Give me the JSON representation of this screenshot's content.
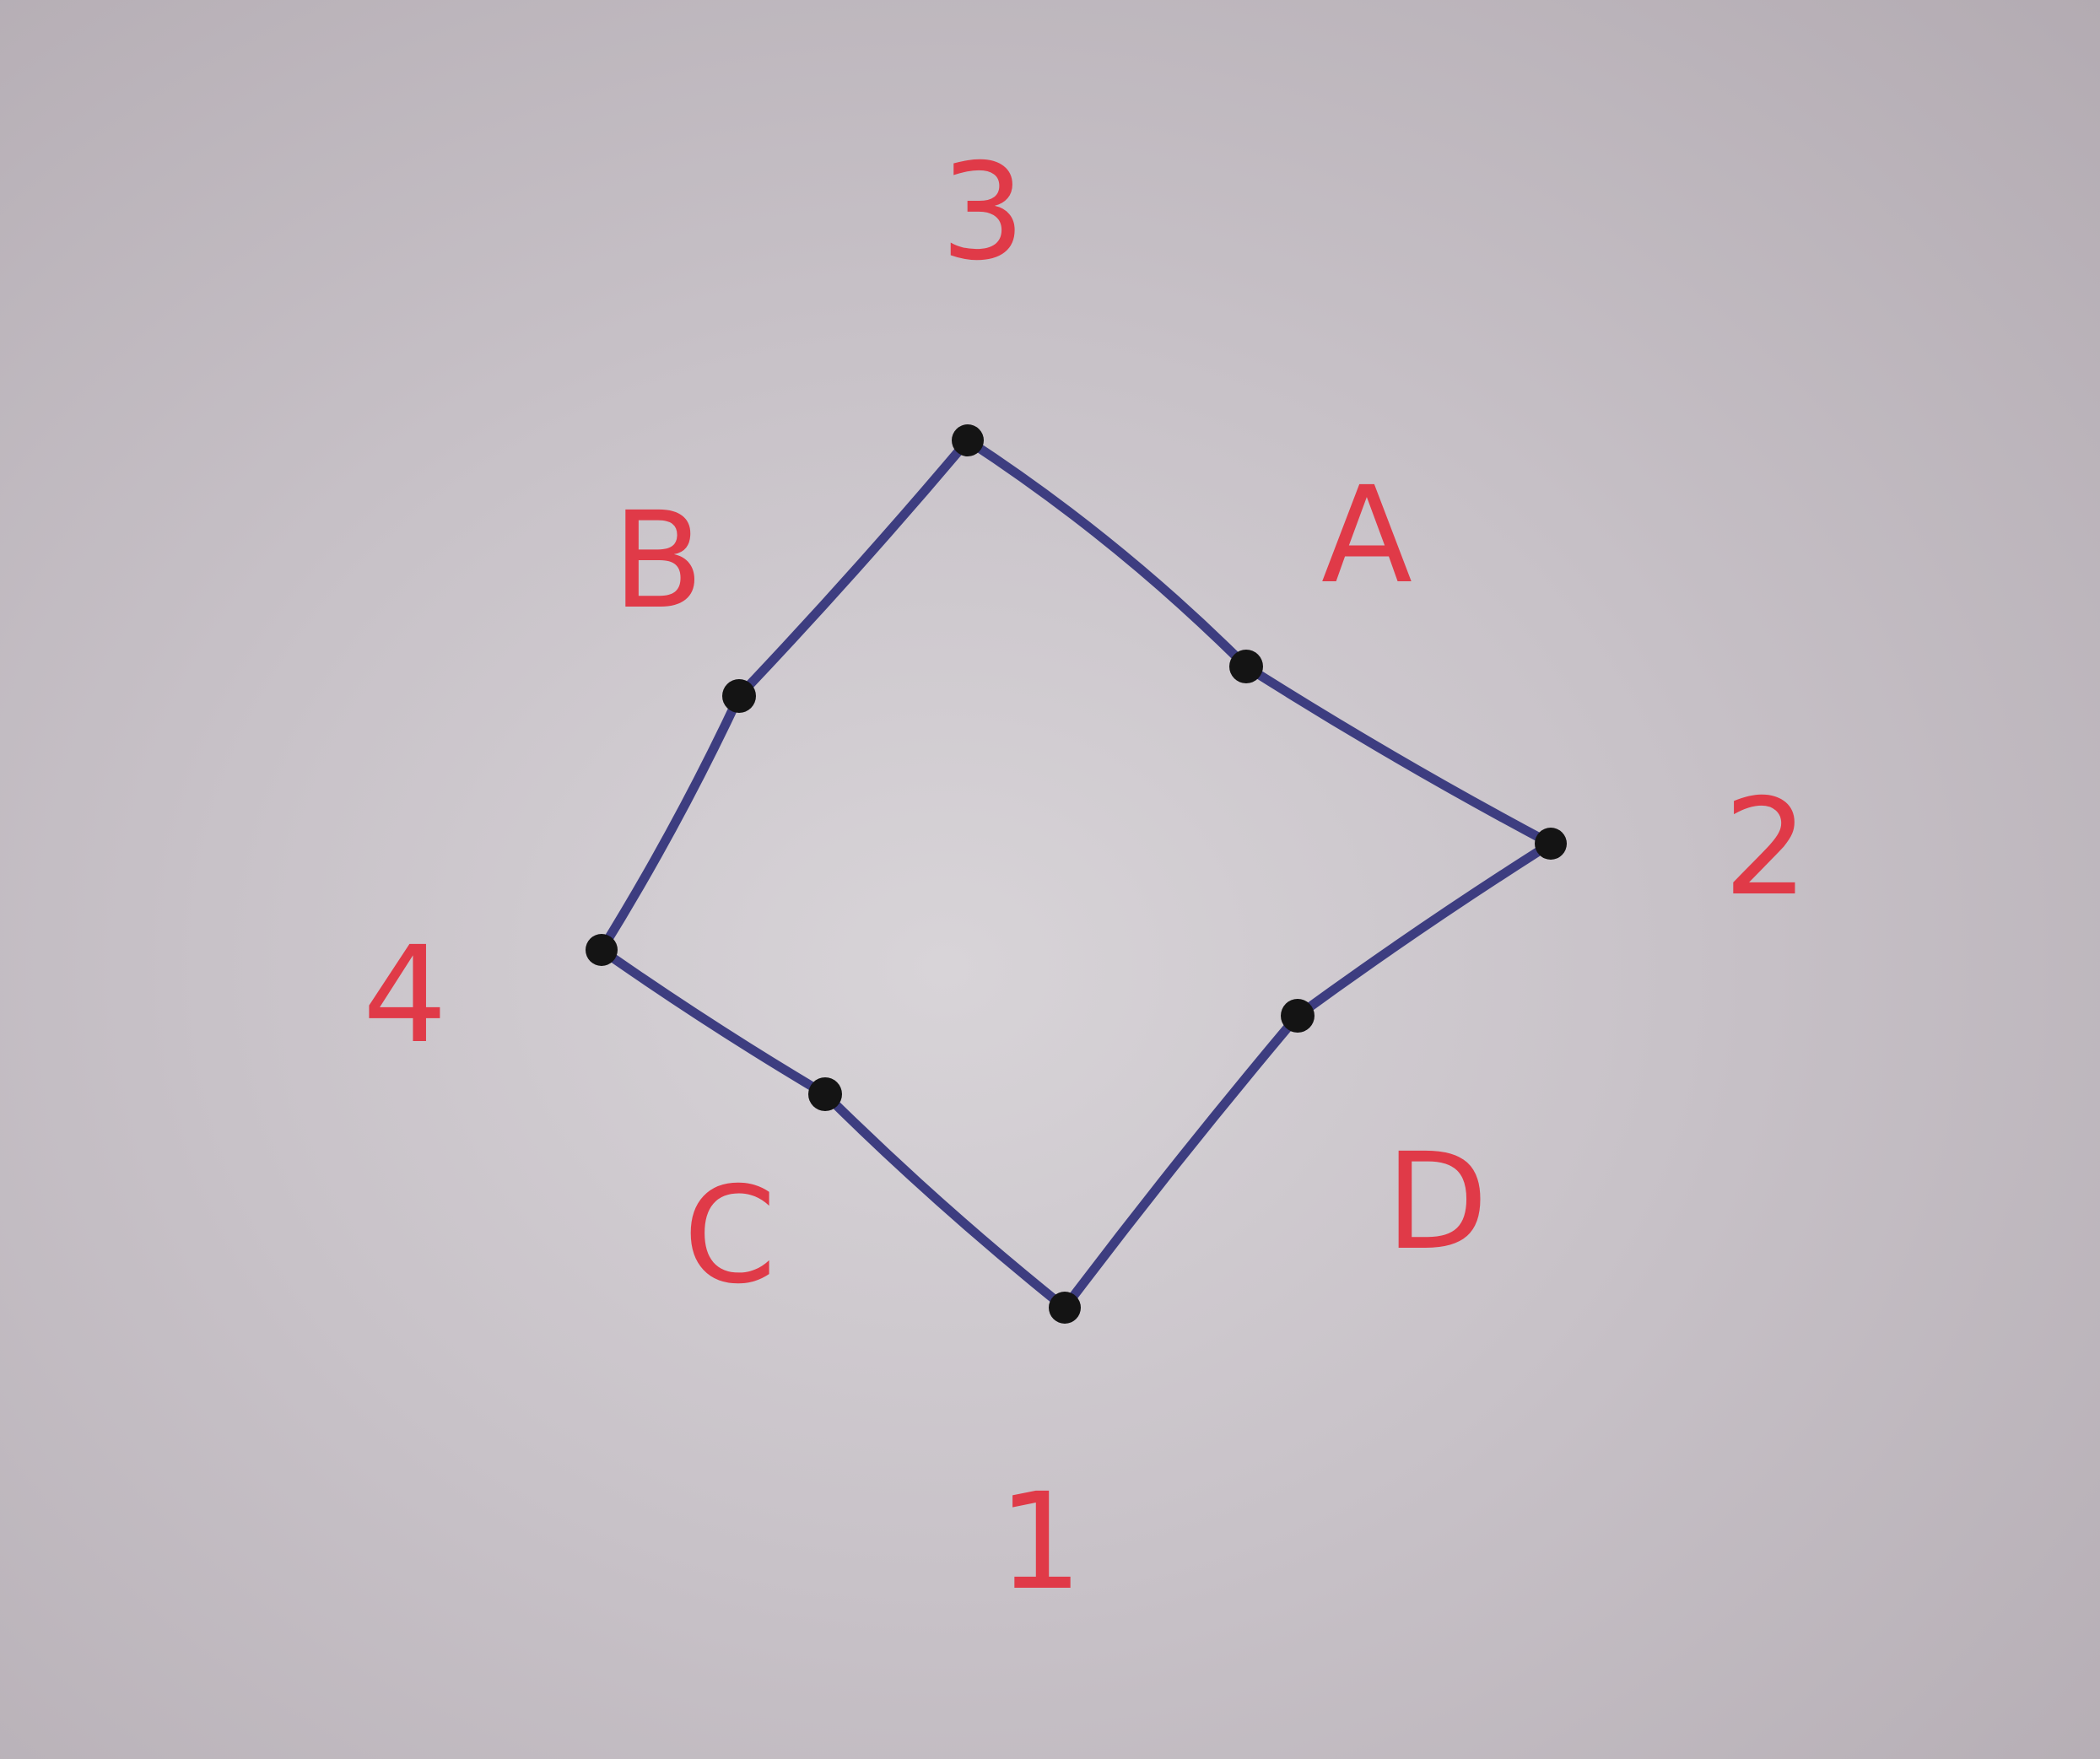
{
  "colors": {
    "edge": "#3d3d80",
    "vertex": "#141414",
    "label": "#e03a48"
  },
  "nodes": [
    {
      "id": "1",
      "label": "1",
      "kind": "corner"
    },
    {
      "id": "2",
      "label": "2",
      "kind": "corner"
    },
    {
      "id": "3",
      "label": "3",
      "kind": "corner"
    },
    {
      "id": "4",
      "label": "4",
      "kind": "corner"
    },
    {
      "id": "A",
      "label": "A",
      "kind": "midpoint"
    },
    {
      "id": "B",
      "label": "B",
      "kind": "midpoint"
    },
    {
      "id": "C",
      "label": "C",
      "kind": "midpoint"
    },
    {
      "id": "D",
      "label": "D",
      "kind": "midpoint"
    }
  ],
  "edges": [
    [
      "3",
      "A"
    ],
    [
      "A",
      "2"
    ],
    [
      "2",
      "D"
    ],
    [
      "D",
      "1"
    ],
    [
      "1",
      "C"
    ],
    [
      "C",
      "4"
    ],
    [
      "4",
      "B"
    ],
    [
      "B",
      "3"
    ]
  ]
}
